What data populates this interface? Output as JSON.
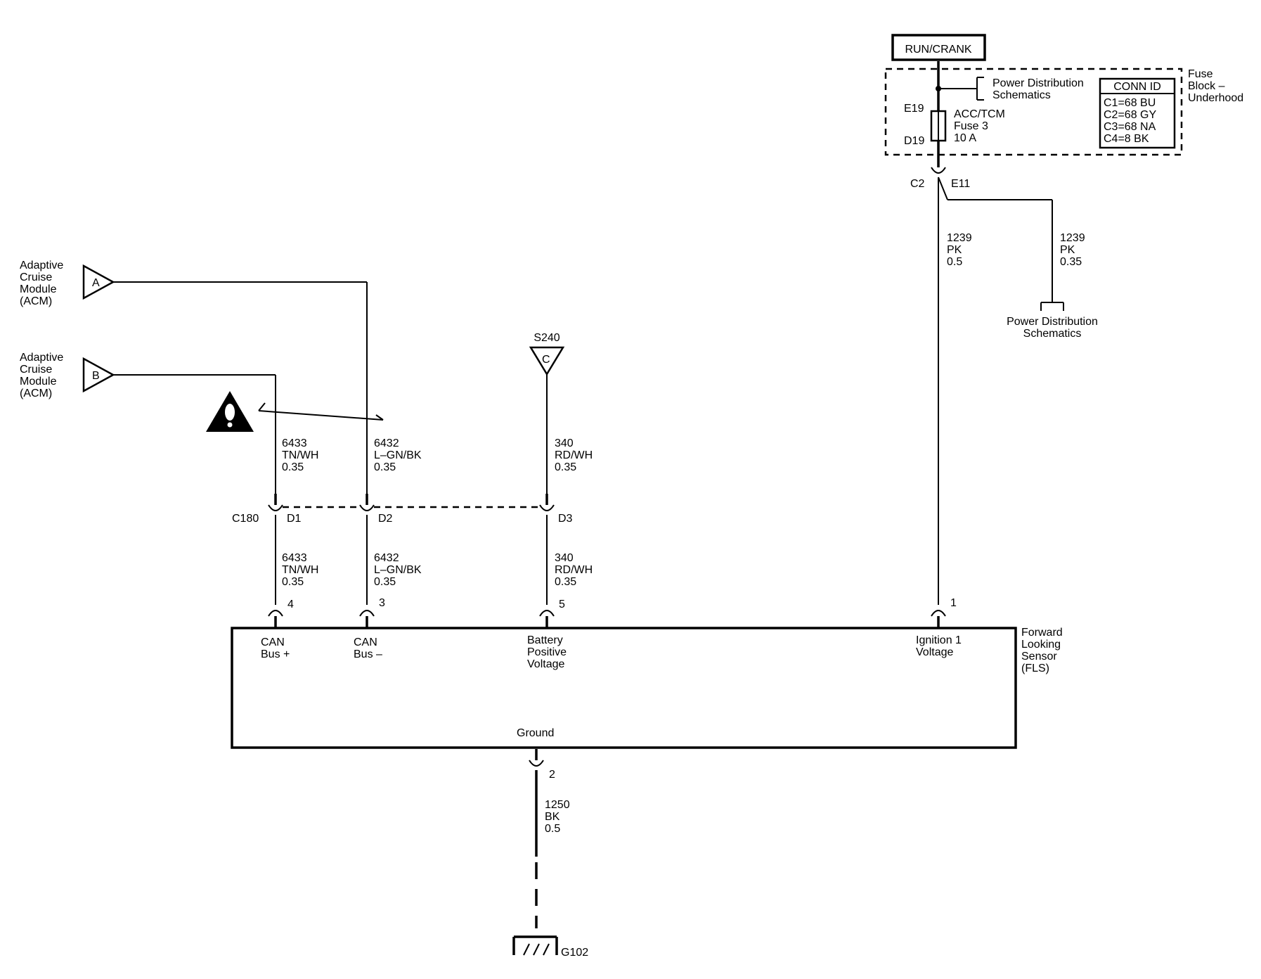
{
  "title_box": {
    "label": "RUN/CRANK"
  },
  "fuse_block": {
    "name": [
      "Fuse",
      "Block –",
      "Underhood"
    ],
    "reference": [
      "Power Distribution",
      "Schematics"
    ],
    "fuse": {
      "top_pin": "E19",
      "bottom_pin": "D19",
      "label": [
        "ACC/TCM",
        "Fuse 3",
        "10 A"
      ]
    },
    "conn_id": {
      "header": "CONN ID",
      "rows": [
        "C1=68 BU",
        "C2=68 GY",
        "C3=68 NA",
        "C4=8 BK"
      ]
    }
  },
  "splice": {
    "connector": "C2",
    "pin": "E11"
  },
  "wire_1239_main": [
    "1239",
    "PK",
    "0.5"
  ],
  "wire_1239_branch": [
    "1239",
    "PK",
    "0.35"
  ],
  "power_dist_ref": [
    "Power Distribution",
    "Schematics"
  ],
  "acm_a": {
    "letter": "A",
    "name": [
      "Adaptive",
      "Cruise",
      "Module",
      "(ACM)"
    ]
  },
  "acm_b": {
    "letter": "B",
    "name": [
      "Adaptive",
      "Cruise",
      "Module",
      "(ACM)"
    ]
  },
  "s240": {
    "name": "S240",
    "letter": "C"
  },
  "warning_icon": "warning-triangle",
  "upper_wires": {
    "w6433": [
      "6433",
      "TN/WH",
      "0.35"
    ],
    "w6432": [
      "6432",
      "L–GN/BK",
      "0.35"
    ],
    "w340": [
      "340",
      "RD/WH",
      "0.35"
    ]
  },
  "c180": {
    "name": "C180",
    "pins": [
      "D1",
      "D2",
      "D3"
    ]
  },
  "lower_wires": {
    "w6433": [
      "6433",
      "TN/WH",
      "0.35"
    ],
    "w6432": [
      "6432",
      "L–GN/BK",
      "0.35"
    ],
    "w340": [
      "340",
      "RD/WH",
      "0.35"
    ]
  },
  "fls": {
    "name": [
      "Forward",
      "Looking",
      "Sensor",
      "(FLS)"
    ],
    "pins": {
      "can_plus": "4",
      "can_minus": "3",
      "batt": "5",
      "ign": "1",
      "ground": "2"
    },
    "labels": {
      "can_plus": [
        "CAN",
        "Bus +"
      ],
      "can_minus": [
        "CAN",
        "Bus –"
      ],
      "batt": [
        "Battery",
        "Positive",
        "Voltage"
      ],
      "ign": [
        "Ignition 1",
        "Voltage"
      ],
      "ground": "Ground"
    }
  },
  "ground_wire": [
    "1250",
    "BK",
    "0.5"
  ],
  "ground_point": "G102"
}
